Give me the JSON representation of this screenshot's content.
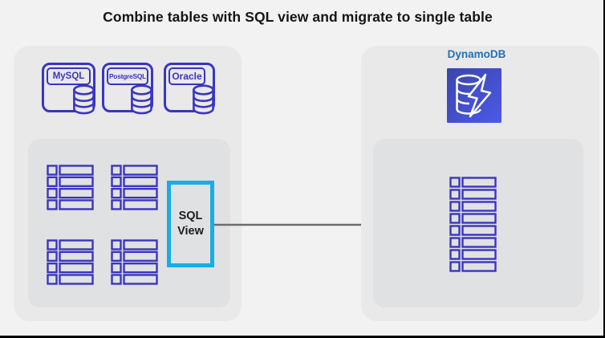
{
  "title": "Combine tables with SQL view and migrate to single table",
  "left_panel": {
    "databases": [
      {
        "label": "MySQL",
        "icon": "mysql-database-icon"
      },
      {
        "label": "PostgreSQL",
        "icon": "postgresql-database-icon"
      },
      {
        "label": "Oracle",
        "icon": "oracle-database-icon"
      }
    ],
    "source_tables": {
      "count": 4,
      "rows_per_table": 4
    },
    "sql_view": {
      "line1": "SQL",
      "line2": "View"
    }
  },
  "arrow": {
    "style": "solid",
    "color": "#6d6d6d",
    "direction": "left-to-right"
  },
  "right_panel": {
    "service_label": "DynamoDB",
    "service_icon": "dynamodb-icon",
    "target_table": {
      "count": 1,
      "rows": 8
    }
  },
  "colors": {
    "background": "#f1f2f1",
    "panel": "#e9e9e9",
    "inner_panel": "#e0e1e3",
    "indigo_outline": "#3a35c2",
    "sql_view_border": "#16ade8",
    "arrow": "#6d6d6d",
    "dynamodb_label": "#2470b3",
    "dynamodb_gradient_start": "#3a46ac",
    "dynamodb_gradient_end": "#4c59e8",
    "title_text": "#141414"
  }
}
